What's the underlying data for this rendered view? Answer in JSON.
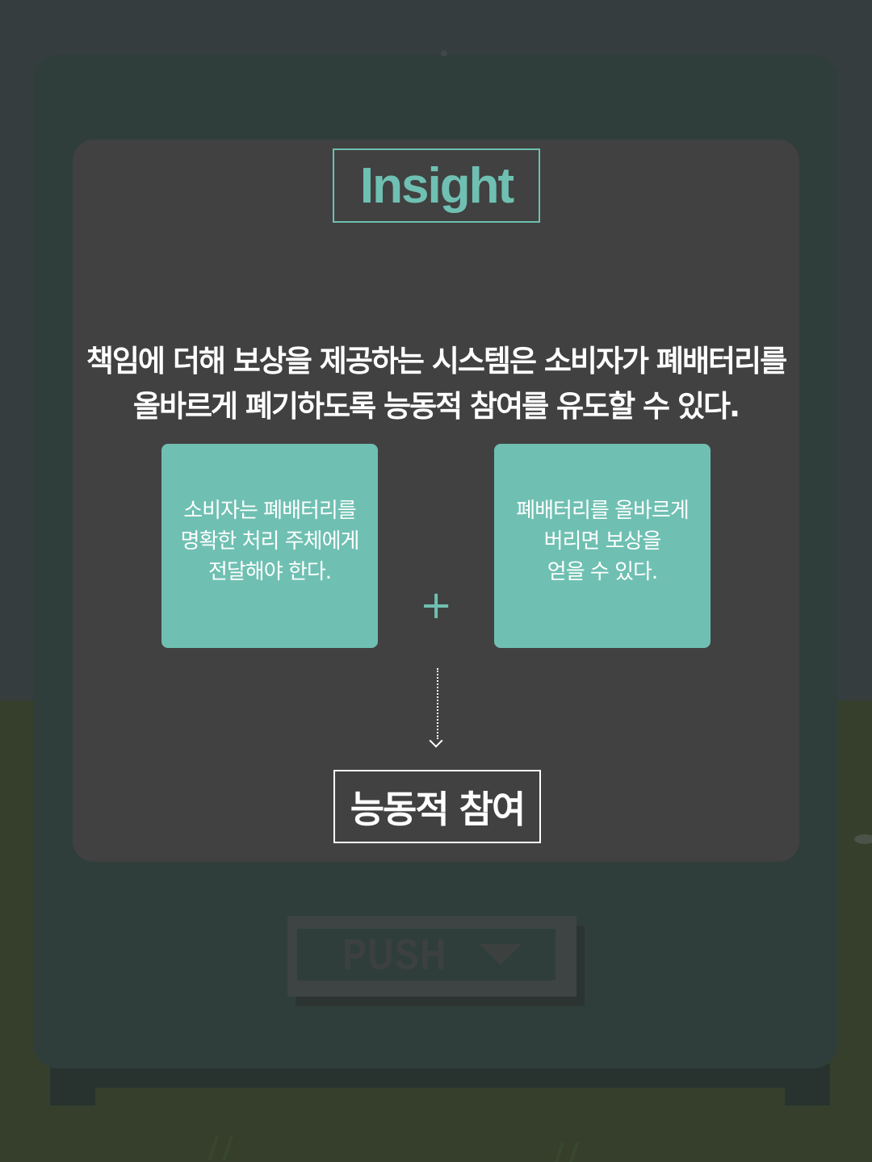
{
  "insight": {
    "title": "Insight"
  },
  "headline": {
    "line1": "책임에 더해 보상을 제공하는 시스템은 소비자가 폐배터리를",
    "line2": "올바르게 폐기하도록 능동적 참여를 유도할 수 있다."
  },
  "cards": [
    {
      "lines": [
        "소비자는 폐배터리를",
        "명확한 처리 주체에게",
        "전달해야 한다."
      ]
    },
    {
      "lines": [
        "폐배터리를 올바르게",
        "버리면 보상을",
        "얻을 수 있다."
      ]
    }
  ],
  "operator": {
    "plus": "+"
  },
  "result": {
    "label": "능동적 참여"
  },
  "machine": {
    "push_label": "PUSH"
  },
  "colors": {
    "accent": "#6fc0b2",
    "panel": "#414141",
    "machine": "#2f3e3b",
    "background": "#353d3e",
    "ground": "#353f2c"
  }
}
